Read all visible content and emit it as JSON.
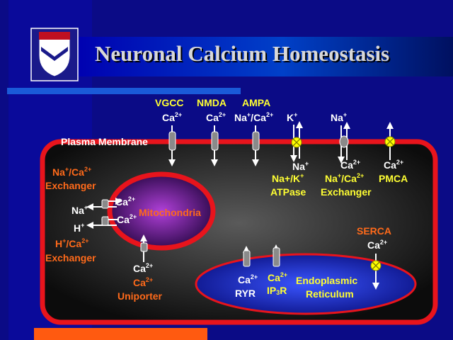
{
  "title": "Neuronal Calcium Homeostasis",
  "labels": {
    "vgcc": "VGCC",
    "nmda": "NMDA",
    "ampa": "AMPA",
    "plasma_membrane": "Plasma Membrane",
    "ca_vgcc": "Ca",
    "ca_nmda": "Ca",
    "na_ampa": "Na",
    "ca_ampa": "Ca",
    "k_pump": "K",
    "na_exch_top": "Na",
    "na_pump_in": "Na",
    "ca_exch_in": "Ca",
    "ca_pmca_in": "Ca",
    "na_k_atpase_1": "Na+/K",
    "na_k_atpase_2": "ATPase",
    "na_ca_exch_right_1": "Na",
    "na_ca_exch_right_2": "Exchanger",
    "pmca": "PMCA",
    "na_ca_exch_left_1": "Na",
    "na_ca_exch_left_2": "Exchanger",
    "na_left": "Na",
    "h_left": "H",
    "ca_mito_1": "Ca",
    "ca_mito_2": "Ca",
    "mitochondria": "Mitochondria",
    "h_ca_exch_1": "H",
    "h_ca_exch_2": "Exchanger",
    "ca_uniporter_cyto": "Ca",
    "ca_uniporter_1": "Ca",
    "ca_uniporter_2": "Uniporter",
    "serca": "SERCA",
    "ca_serca": "Ca",
    "ca_ryr": "Ca",
    "ryr": "RYR",
    "ca_ip3r": "Ca",
    "ip3r_ip": "IP",
    "ip3r_sub": "3",
    "ip3r_r": "R",
    "er_1": "Endoplasmic",
    "er_2": "Reticulum",
    "sup_ca": "2+",
    "sup_plus": "+",
    "slash_ca": "/Ca",
    "slash_k": "+/K"
  },
  "colors": {
    "background": "#0b0b86",
    "title": "#d8d8d8",
    "membrane": "#e8141c",
    "cell_interior": "#1a1a1a",
    "white_label": "#ffffff",
    "yellow_label": "#ffff33",
    "orange_label": "#ff6a1a",
    "mitochondria_core": "#7d1ea8",
    "er_fill": "#1c2fb8",
    "pump": "#ffff00"
  },
  "icons": {
    "logo": "penn-shield-icon",
    "pump": "atpase-pump-icon",
    "channel": "ion-channel-icon"
  }
}
